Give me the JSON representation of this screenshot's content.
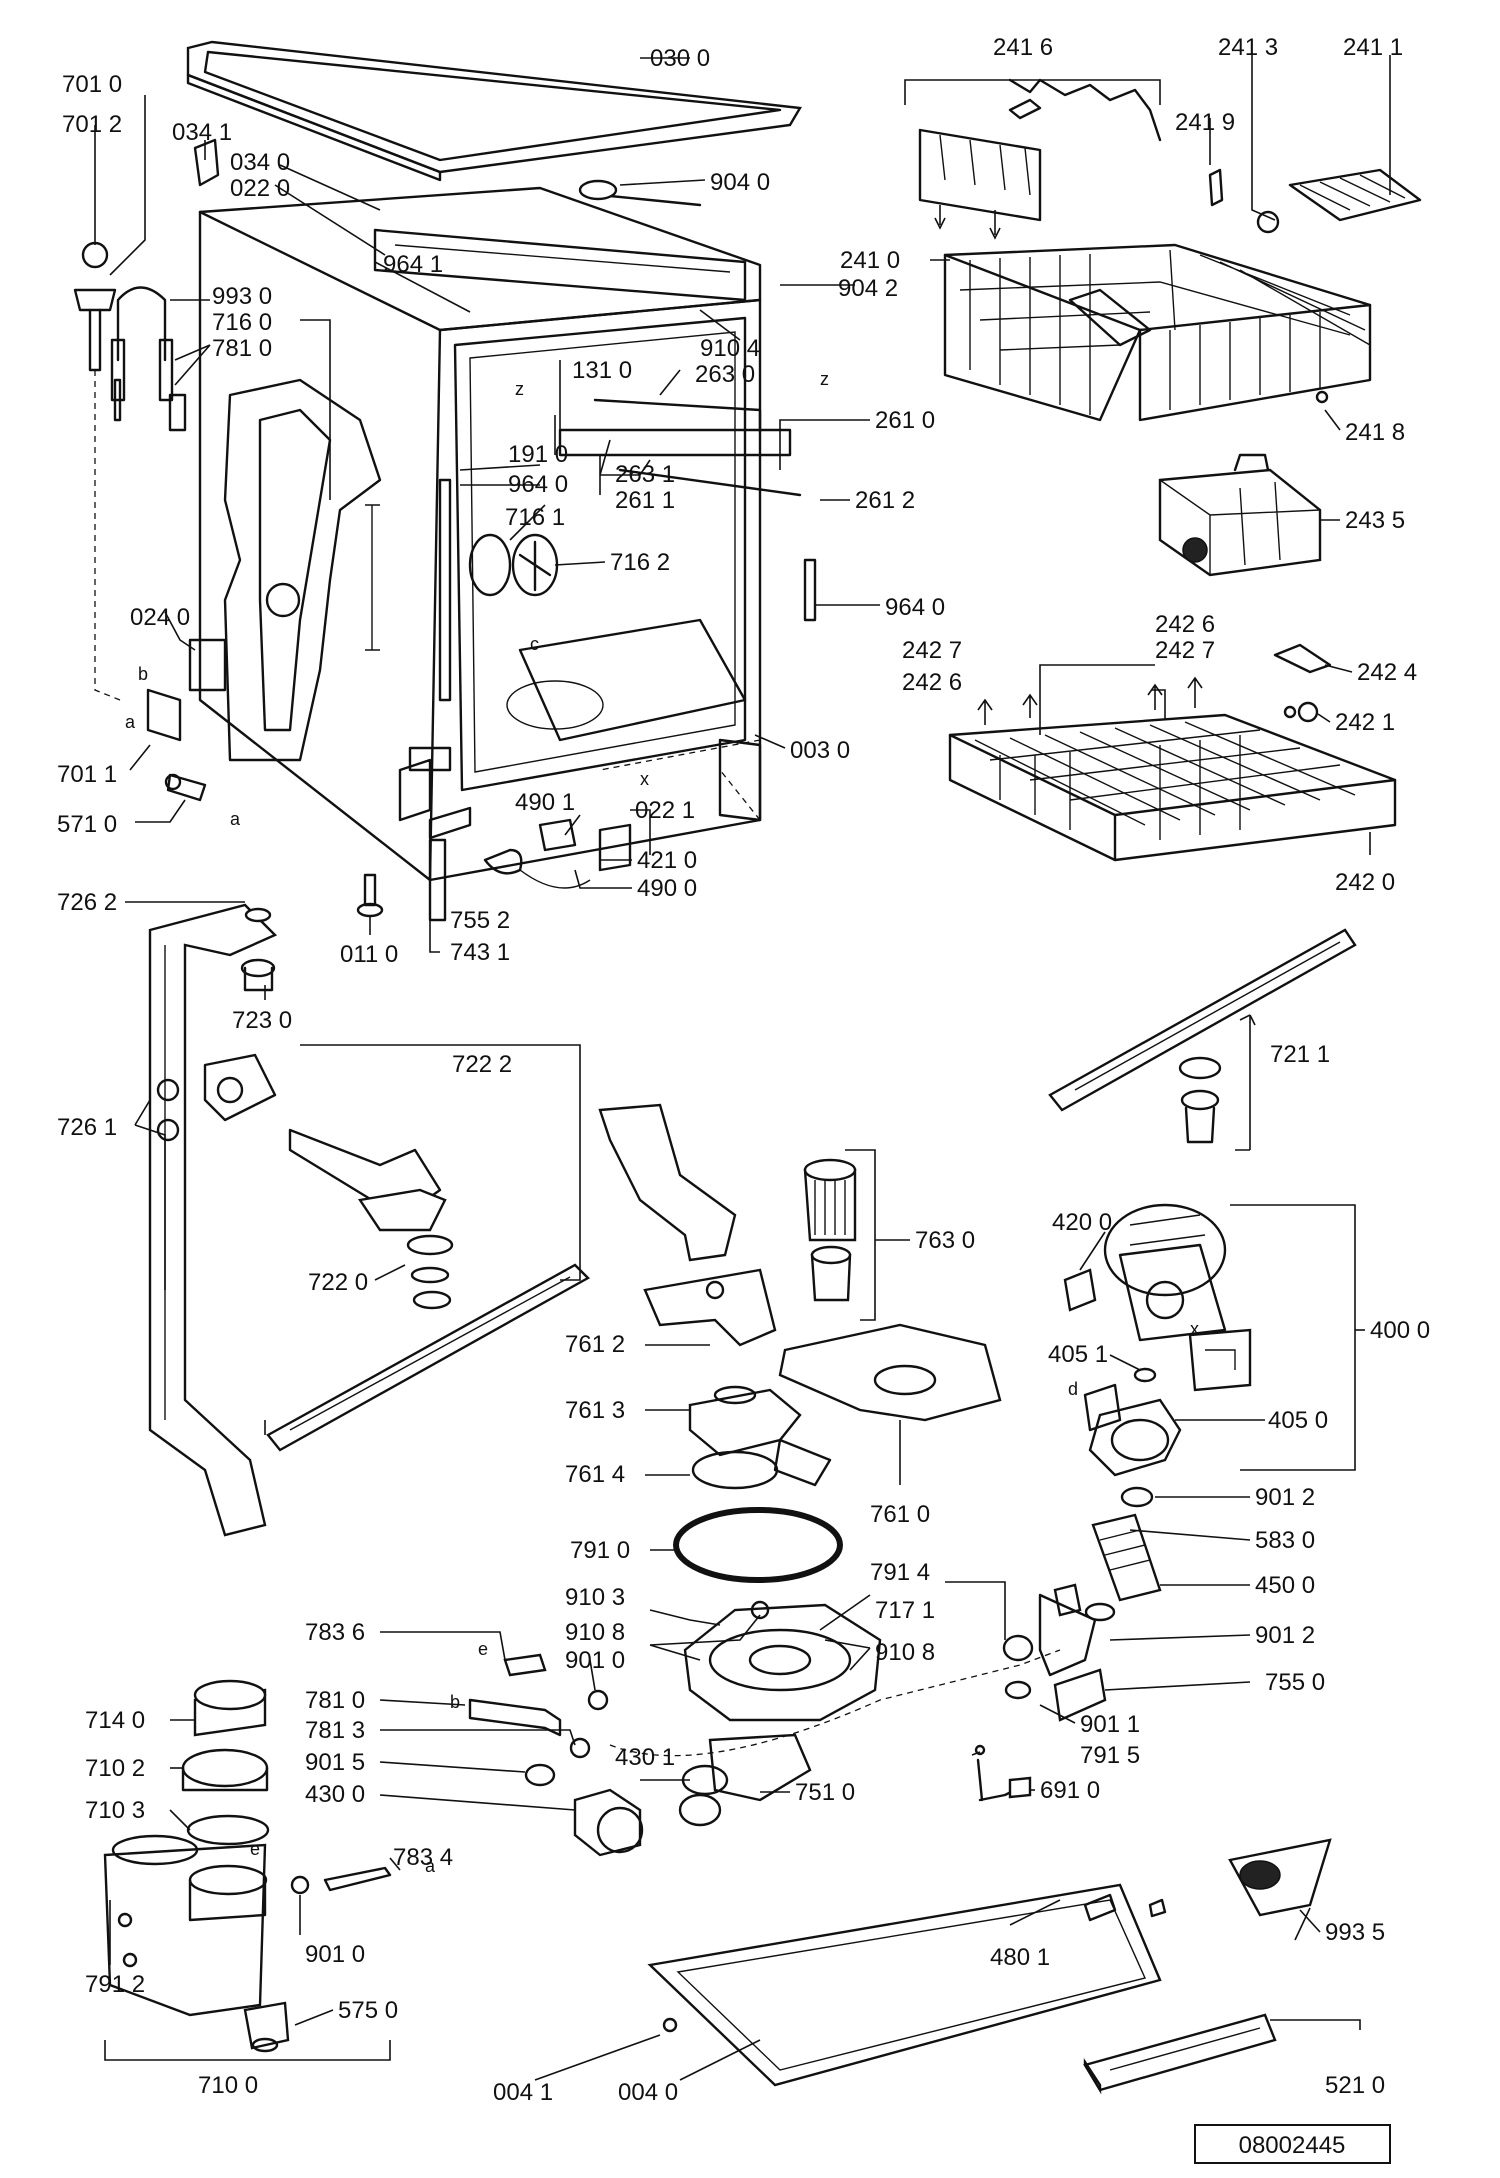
{
  "document_number": "08002445",
  "parts": {
    "p0300": "030 0",
    "p7010": "701 0",
    "p7012": "701 2",
    "p0341": "034 1",
    "p0340": "034 0",
    "p0220": "022 0",
    "p9040": "904 0",
    "p9930": "993 0",
    "p7160": "716 0",
    "p7810": "781 0",
    "p9641": "964 1",
    "p9042": "904 2",
    "p9104": "910 4",
    "p1310": "131 0",
    "p2630": "263 0",
    "p2610": "261 0",
    "p2631": "263 1",
    "p2611": "261 1",
    "p1910": "191 0",
    "p9640a": "964 0",
    "p2612": "261 2",
    "p7161": "716 1",
    "p7162": "716 2",
    "p0240": "024 0",
    "p9640b": "964 0",
    "p7011": "701 1",
    "p0030": "003 0",
    "p5710": "571 0",
    "p4901": "490 1",
    "p0221": "022 1",
    "p4210": "421 0",
    "p4900": "490 0",
    "p7262": "726 2",
    "p7552": "755 2",
    "p0110": "011 0",
    "p7431": "743 1",
    "p7230": "723 0",
    "p7222": "722 2",
    "p7261": "726 1",
    "p7220": "722 0",
    "p2416": "241 6",
    "p2413": "241 3",
    "p2411": "241 1",
    "p2419": "241 9",
    "p2410": "241 0",
    "p2418": "241 8",
    "p2435": "243 5",
    "p2426a": "242 6",
    "p2427a": "242 7",
    "p2427b": "242 7",
    "p2426b": "242 6",
    "p2424": "242 4",
    "p2421": "242 1",
    "p2420": "242 0",
    "p7211": "721 1",
    "p7630": "763 0",
    "p7612": "761 2",
    "p7613": "761 3",
    "p7614": "761 4",
    "p7610": "761 0",
    "p4200": "420 0",
    "p4000": "400 0",
    "p4051": "405 1",
    "p4050": "405 0",
    "p9012a": "901 2",
    "p7910": "791 0",
    "p5830": "583 0",
    "p4500": "450 0",
    "p7914": "791 4",
    "p9103": "910 3",
    "p7171": "717 1",
    "p9108a": "910 8",
    "p9108b": "910 8",
    "p9012b": "901 2",
    "p7836": "783 6",
    "p9010a": "901 0",
    "p7550": "755 0",
    "p7810b": "781 0",
    "p9011": "901 1",
    "p7813": "781 3",
    "p7915": "791 5",
    "p9015": "901 5",
    "p4301": "430 1",
    "p7510": "751 0",
    "p4300": "430 0",
    "p6910": "691 0",
    "p7140": "714 0",
    "p7102": "710 2",
    "p7103": "710 3",
    "p7834": "783 4",
    "p9010b": "901 0",
    "p7912": "791 2",
    "p5750": "575 0",
    "p7100": "710 0",
    "p4801": "480 1",
    "p9935": "993 5",
    "p0041": "004 1",
    "p0040": "004 0",
    "p5210": "521 0"
  },
  "letters": {
    "x": "x",
    "z": "z",
    "a": "a",
    "b": "b",
    "c": "c",
    "d": "d",
    "e": "e"
  }
}
